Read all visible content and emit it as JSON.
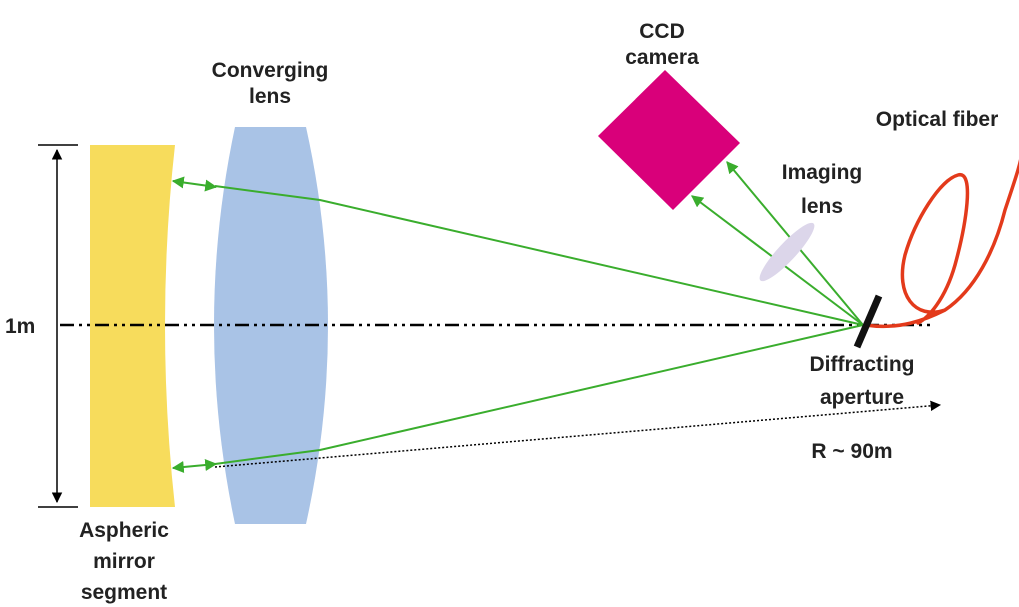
{
  "labels": {
    "ccd_line1": "CCD",
    "ccd_line2": "camera",
    "converging_line1": "Converging",
    "converging_line2": "lens",
    "optical_fiber": "Optical fiber",
    "imaging_line1": "Imaging",
    "imaging_line2": "lens",
    "one_meter": "1m",
    "diffracting_line1": "Diffracting",
    "diffracting_line2": "aperture",
    "radius": "R ~ 90m",
    "aspheric_line1": "Aspheric",
    "aspheric_line2": "mirror",
    "aspheric_line3": "segment"
  },
  "colors": {
    "mirror": "#f7dc5c",
    "lens": "#a9c3e6",
    "camera": "#d9007a",
    "imaging_lens": "#dcd6ea",
    "rays": "#3aad2d",
    "fiber": "#e33a1b",
    "aperture": "#111111",
    "axis": "#000000"
  }
}
